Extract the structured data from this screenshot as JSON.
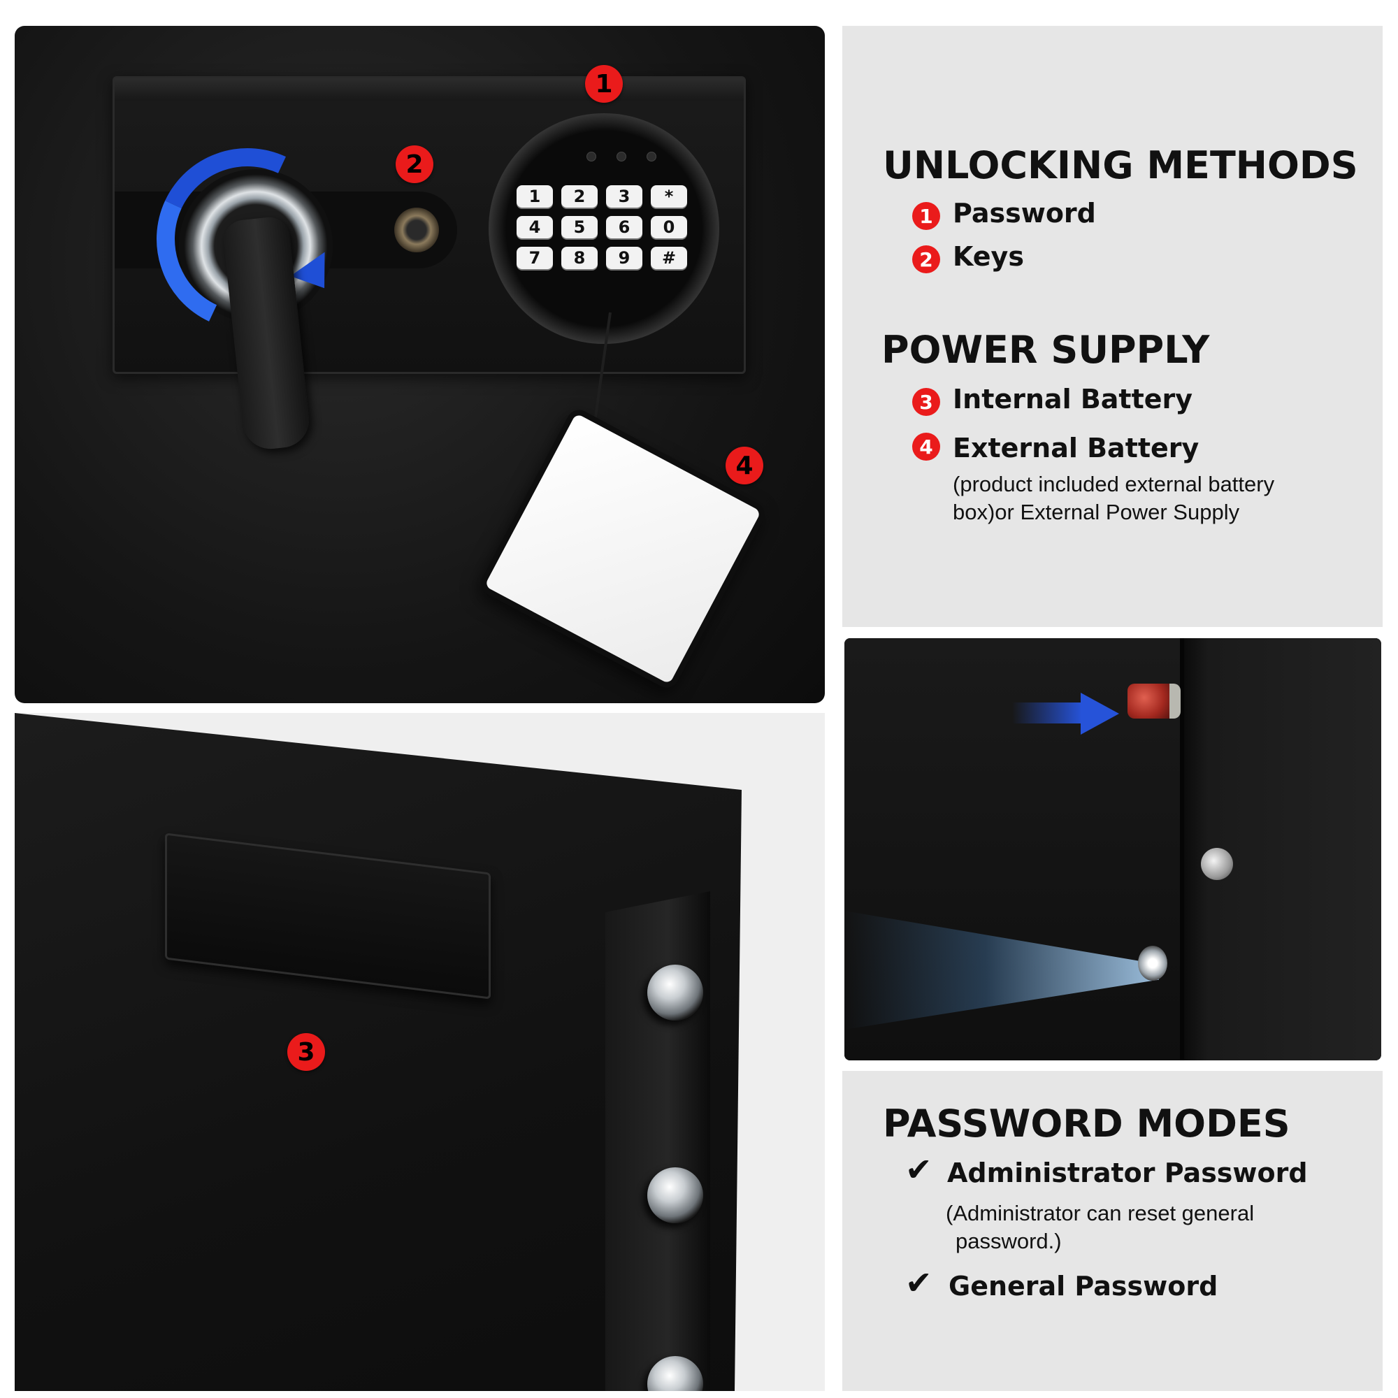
{
  "lock_panel": {
    "keypad_keys": [
      "1",
      "2",
      "3",
      "*",
      "4",
      "5",
      "6",
      "0",
      "7",
      "8",
      "9",
      "#"
    ],
    "badges": [
      "1",
      "2",
      "4"
    ]
  },
  "unlocking": {
    "title": "UNLOCKING METHODS",
    "items": [
      {
        "num": "1",
        "label": "Password"
      },
      {
        "num": "2",
        "label": "Keys"
      }
    ]
  },
  "power": {
    "title": "POWER SUPPLY",
    "items": [
      {
        "num": "3",
        "label": "Internal Battery"
      },
      {
        "num": "4",
        "label": "External Battery",
        "note_line1": "(product included external battery",
        "note_line2": "box)or External Power Supply"
      }
    ]
  },
  "compartment_panel": {
    "badge": "3"
  },
  "modes": {
    "title": "PASSWORD MODES",
    "items": [
      {
        "label": "Administrator Password",
        "note_line1": "(Administrator can reset general",
        "note_line2": "password.)"
      },
      {
        "label": "General Password"
      }
    ],
    "check_glyph": "✔"
  },
  "colors": {
    "badge_red": "#ea1b1b",
    "arrow_blue": "#2653d9",
    "panel_grey": "#e6e6e6"
  }
}
